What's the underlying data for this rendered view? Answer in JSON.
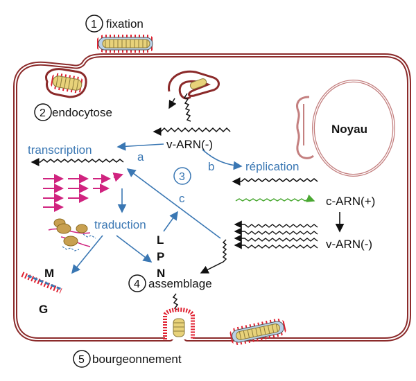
{
  "steps": {
    "fixation": {
      "num": "1",
      "label": "fixation"
    },
    "endocytose": {
      "num": "2",
      "label": "endocytose"
    },
    "step3": {
      "num": "3"
    },
    "assemblage": {
      "num": "4",
      "label": "assemblage"
    },
    "bourgeonnement": {
      "num": "5",
      "label": "bourgeonnement"
    }
  },
  "labels": {
    "noyau": "Noyau",
    "v_arn_top": "v-ARN(-)",
    "transcription": "transcription",
    "replication": "réplication",
    "traduction": "traduction",
    "c_arn": "c-ARN(+)",
    "v_arn_right": "v-ARN(-)",
    "path_a": "a",
    "path_b": "b",
    "path_c": "c",
    "protein_L": "L",
    "protein_P": "P",
    "protein_N": "N",
    "protein_M": "M",
    "protein_G": "G"
  },
  "colors": {
    "membrane": "#8b2a2a",
    "blue": "#3a77b3",
    "magenta": "#d0237f",
    "green": "#4aa832",
    "spike": "#e02030",
    "virion_fill": "#e8d27a",
    "nucleus": "#c48080"
  }
}
